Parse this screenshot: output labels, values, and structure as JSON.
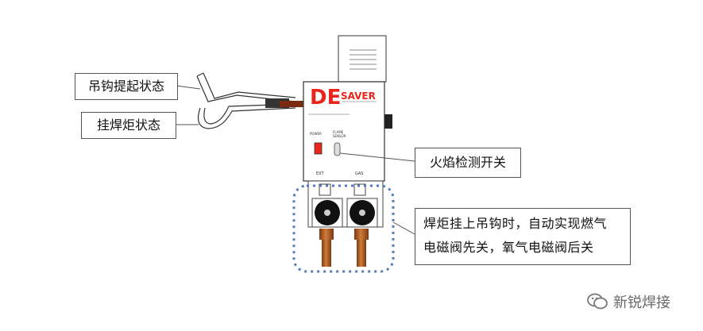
{
  "labels": {
    "hook_raised": "吊钩提起状态",
    "torch_hung": "挂焊炬状态",
    "flame_switch": "火焰检测开关",
    "description_line1": "焊炬挂上吊钩时，自动实现燃气",
    "description_line2": "电磁阀先关，氧气电磁阀后关"
  },
  "device": {
    "logo_de": "DE",
    "logo_saver": "SAVER",
    "power_label": "POWER",
    "flame_label": "FLAME",
    "sensor_label": "SENSOR",
    "valve_left_label": "EXT",
    "valve_right_label": "GAS"
  },
  "watermark": {
    "text": "新锐焊接"
  },
  "colors": {
    "logo_red": "#e8261c",
    "copper": "#b8602a",
    "callout_dash_blue": "#4f7fb5"
  }
}
